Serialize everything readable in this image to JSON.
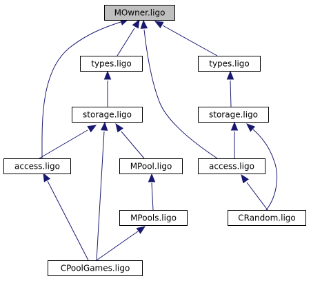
{
  "colors": {
    "root_fill": "#bfbfbf",
    "node_fill": "#ffffff",
    "node_stroke": "#000000",
    "edge": "#191970"
  },
  "nodes": [
    {
      "id": "mowner",
      "label": "MOwner.ligo",
      "root": true
    },
    {
      "id": "types_l",
      "label": "types.ligo"
    },
    {
      "id": "types_r",
      "label": "types.ligo"
    },
    {
      "id": "storage_l",
      "label": "storage.ligo"
    },
    {
      "id": "storage_r",
      "label": "storage.ligo"
    },
    {
      "id": "access_l",
      "label": "access.ligo"
    },
    {
      "id": "mpool",
      "label": "MPool.ligo"
    },
    {
      "id": "access_r",
      "label": "access.ligo"
    },
    {
      "id": "mpools",
      "label": "MPools.ligo"
    },
    {
      "id": "crandom",
      "label": "CRandom.ligo"
    },
    {
      "id": "cpoolgames",
      "label": "CPoolGames.ligo"
    }
  ],
  "edges": [
    {
      "from": "types_l",
      "to": "mowner"
    },
    {
      "from": "types_r",
      "to": "mowner"
    },
    {
      "from": "access_l",
      "to": "mowner"
    },
    {
      "from": "access_r",
      "to": "mowner"
    },
    {
      "from": "storage_l",
      "to": "types_l"
    },
    {
      "from": "storage_r",
      "to": "types_r"
    },
    {
      "from": "access_l",
      "to": "storage_l"
    },
    {
      "from": "mpool",
      "to": "storage_l"
    },
    {
      "from": "cpoolgames",
      "to": "storage_l"
    },
    {
      "from": "access_r",
      "to": "storage_r"
    },
    {
      "from": "crandom",
      "to": "storage_r"
    },
    {
      "from": "mpools",
      "to": "mpool"
    },
    {
      "from": "crandom",
      "to": "access_r"
    },
    {
      "from": "cpoolgames",
      "to": "access_l"
    },
    {
      "from": "cpoolgames",
      "to": "mpools"
    }
  ]
}
